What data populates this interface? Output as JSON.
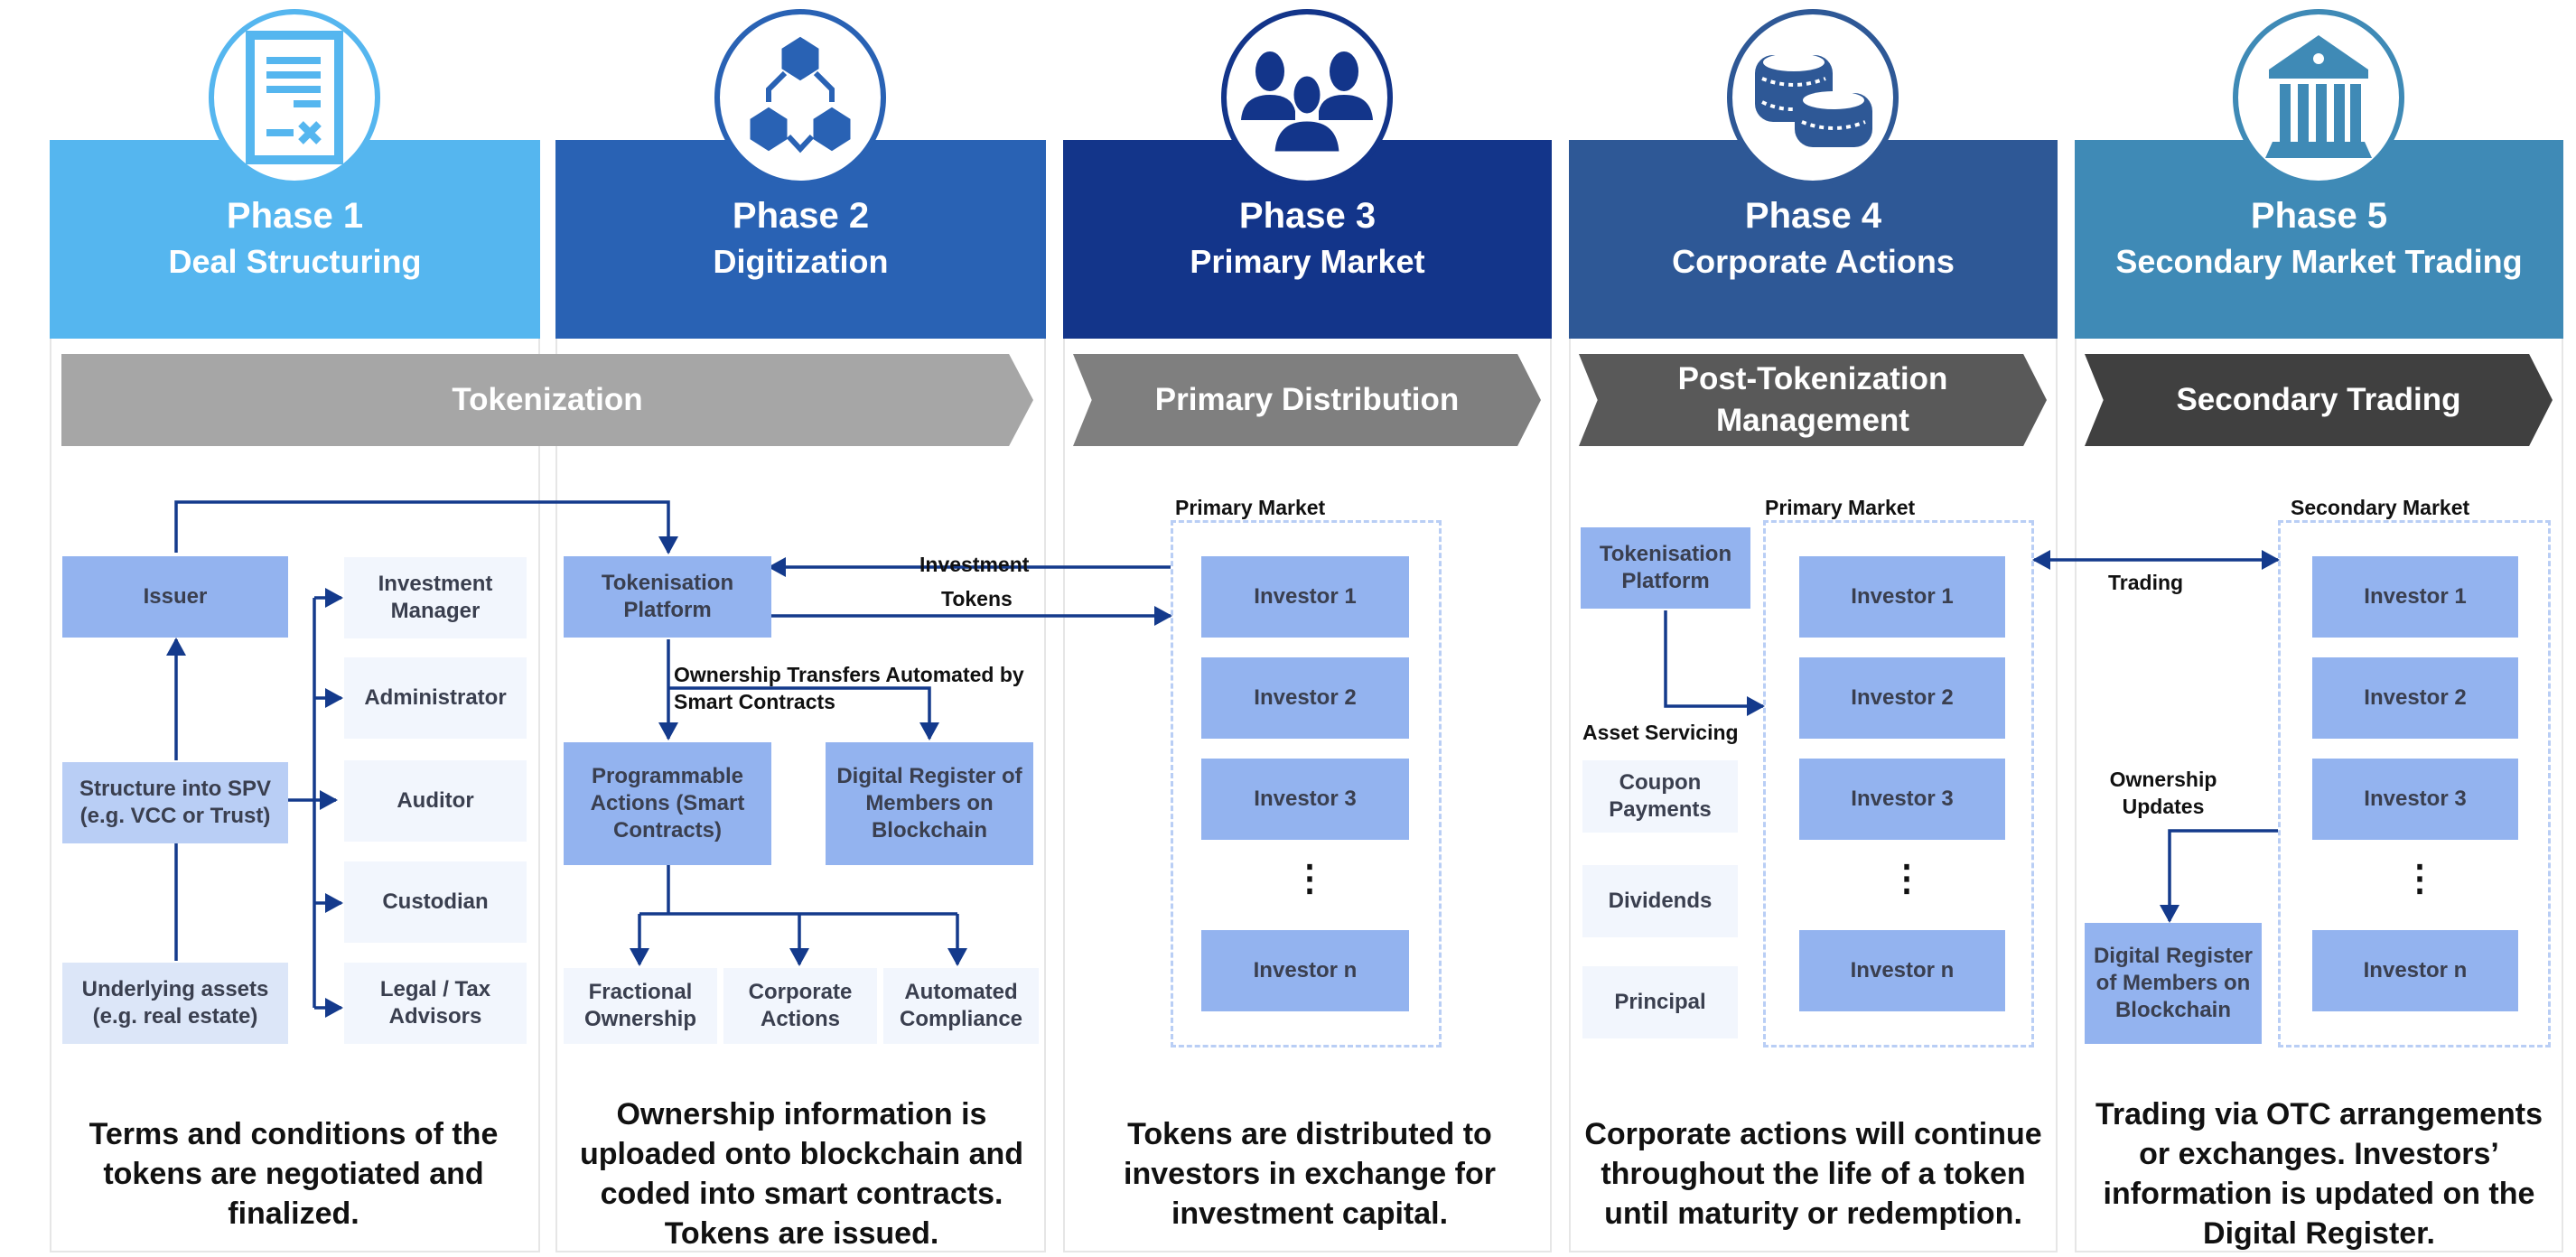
{
  "colors": {
    "phase1": "#55b6ef",
    "phase2": "#2962b4",
    "phase3": "#13358a",
    "phase4": "#2e5896",
    "phase5": "#3f8ab6",
    "connector": "#143a8c",
    "stage_tokenization": "#a6a6a6",
    "stage_primary": "#7f7f7f",
    "stage_post": "#595959",
    "stage_secondary": "#404040"
  },
  "phases": [
    {
      "number": "Phase 1",
      "name": "Deal Structuring",
      "icon": "document-contract-icon",
      "caption": "Terms and conditions of the tokens are negotiated and finalized."
    },
    {
      "number": "Phase 2",
      "name": "Digitization",
      "icon": "blockchain-cubes-icon",
      "caption": "Ownership information is uploaded onto blockchain and coded into smart contracts. Tokens are issued."
    },
    {
      "number": "Phase 3",
      "name": "Primary Market",
      "icon": "people-group-icon",
      "caption": "Tokens are distributed to investors in exchange for investment capital."
    },
    {
      "number": "Phase 4",
      "name": "Corporate Actions",
      "icon": "coins-stack-icon",
      "caption": "Corporate actions will continue throughout the life of a token until maturity or redemption."
    },
    {
      "number": "Phase 5",
      "name": "Secondary Market Trading",
      "icon": "bank-building-icon",
      "caption": "Trading via OTC arrangements or exchanges. Investors’ information is updated on the Digital Register."
    }
  ],
  "stages": {
    "tokenization": "Tokenization",
    "primary_distribution": "Primary Distribution",
    "post_tokenization": "Post-Tokenization Management",
    "secondary_trading": "Secondary Trading"
  },
  "phase1": {
    "issuer": "Issuer",
    "spv": "Structure into SPV (e.g. VCC or Trust)",
    "underlying": "Underlying assets (e.g. real estate)",
    "parties": [
      "Investment Manager",
      "Administrator",
      "Auditor",
      "Custodian",
      "Legal / Tax Advisors"
    ]
  },
  "phase2": {
    "platform": "Tokenisation Platform",
    "flow_label": "Ownership Transfers Automated by Smart Contracts",
    "programmable": "Programmable Actions (Smart Contracts)",
    "register": "Digital Register of Members on Blockchain",
    "outcomes": [
      "Fractional Ownership",
      "Corporate Actions",
      "Automated Compliance"
    ],
    "investment_label": "Investment",
    "tokens_label": "Tokens"
  },
  "phase3": {
    "market_label": "Primary Market",
    "investors": [
      "Investor 1",
      "Investor 2",
      "Investor 3",
      "Investor n"
    ],
    "ellipsis": "⋮"
  },
  "phase4": {
    "platform": "Tokenisation Platform",
    "market_label": "Primary Market",
    "servicing_label": "Asset Servicing",
    "servicing": [
      "Coupon Payments",
      "Dividends",
      "Principal"
    ],
    "investors": [
      "Investor 1",
      "Investor 2",
      "Investor 3",
      "Investor n"
    ],
    "ellipsis": "⋮"
  },
  "phase5": {
    "market_label": "Secondary Market",
    "trading_label": "Trading",
    "ownership_label": "Ownership Updates",
    "register": "Digital Register of Members on Blockchain",
    "investors": [
      "Investor 1",
      "Investor 2",
      "Investor 3",
      "Investor n"
    ],
    "ellipsis": "⋮"
  }
}
